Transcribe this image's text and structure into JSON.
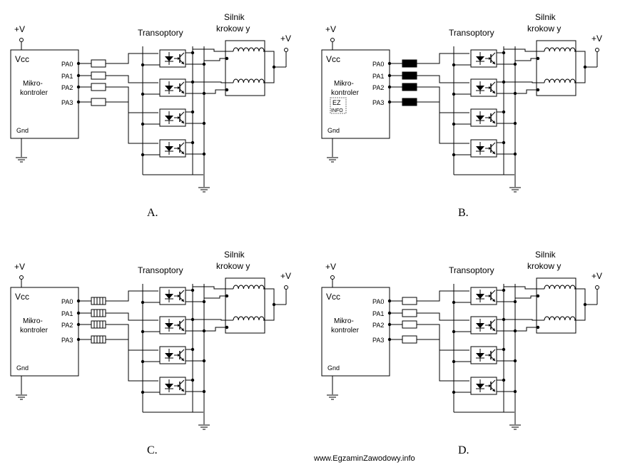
{
  "labels": {
    "vcc_supply": "+V",
    "vcc_pin": "Vcc",
    "mcu_line1": "Mikro-",
    "mcu_line2": "kontroler",
    "gnd_pin": "Gnd",
    "ports": [
      "PA0",
      "PA1",
      "PA2",
      "PA3"
    ],
    "transoptors": "Transoptory",
    "motor_line1": "Silnik",
    "motor_line2": "krokow y",
    "motor_supply": "+V"
  },
  "panels": [
    {
      "letter": "A.",
      "resistor_style": "open"
    },
    {
      "letter": "B.",
      "resistor_style": "filled"
    },
    {
      "letter": "C.",
      "resistor_style": "banded"
    },
    {
      "letter": "D.",
      "resistor_style": "open"
    }
  ],
  "watermark": {
    "text": "www.EgzaminZawodowy.info",
    "stamp_lines": [
      "EZ",
      "INFO"
    ]
  },
  "colors": {
    "ink": "#000000",
    "watermark": "#555555"
  }
}
